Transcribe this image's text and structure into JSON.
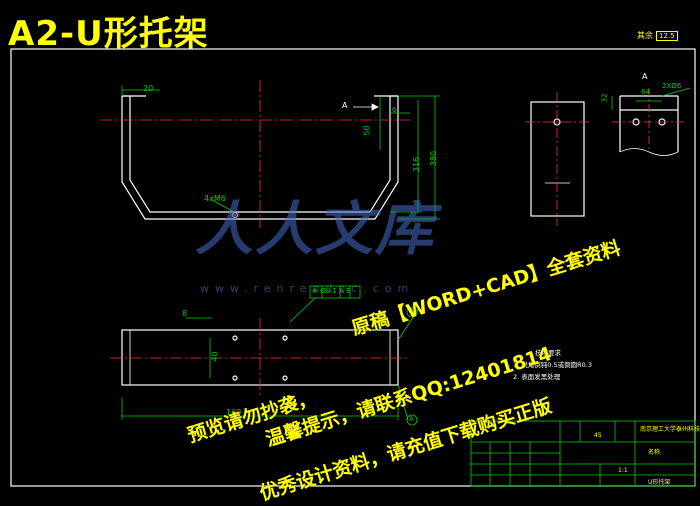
{
  "title": "A2-U形托架",
  "roughness": {
    "label": "其余",
    "value": "12.5"
  },
  "dimensions": {
    "flange_width": "20",
    "thickness": "6",
    "inner_height": "316",
    "outer_height": "380",
    "hole_offset": "50",
    "holes": "4xM6",
    "side_height": "32",
    "side_width": "64",
    "side_holes": "2XØ6",
    "plan_width": "40",
    "plan_length": "160",
    "plan_thickness": "8",
    "tolerance_position": "⊕ Ø0.1 A B"
  },
  "view_labels": {
    "a_arrow": "A",
    "side_view": "A",
    "datum_a": "A",
    "datum_b": "B"
  },
  "notes": {
    "heading": "技术要求",
    "items": [
      "1. 锐角倒钝0.5或倒圆R0.3",
      "2. 表面发黑处理"
    ]
  },
  "title_block": {
    "school": "南京理工大学泰州科技学院",
    "part_name": "U形托架",
    "material": "45",
    "scale": "1:1",
    "sheet_label": "名称"
  },
  "logo": {
    "text": "人人文库",
    "url": "www.renrendoc.com"
  },
  "watermark": {
    "line1": "原稿【WORD+CAD】全套资料",
    "line2": "预览请勿抄袭，",
    "line3": "温馨提示，请联系QQ:12401814",
    "line4": "优秀设计资料，请充值下载购买正版"
  }
}
